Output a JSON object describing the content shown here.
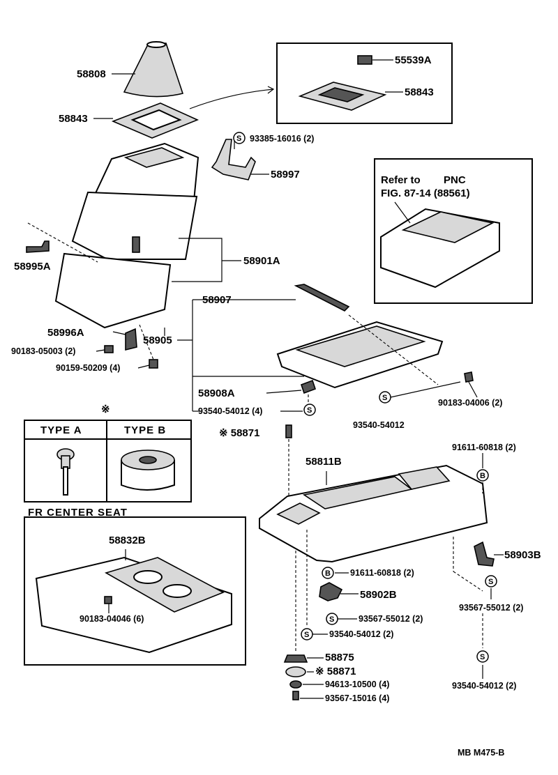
{
  "labels": {
    "p58808": "58808",
    "p55539a": "55539A",
    "p58843_inset": "58843",
    "p58843": "58843",
    "p93385": "93385-16016 (2)",
    "p58997": "58997",
    "refer_to": "Refer to",
    "pnc": "PNC",
    "fig_ref": "FIG. 87-14 (88561)",
    "p58995a": "58995A",
    "p58901a": "58901A",
    "p58907": "58907",
    "p58996a": "58996A",
    "p58905": "58905",
    "p90183_05003": "90183-05003 (2)",
    "p90159": "90159-50209 (4)",
    "p58908a": "58908A",
    "p93540_a": "93540-54012 (4)",
    "p93540_b": "93540-54012",
    "p90183_04006": "90183-04006 (2)",
    "asterisk": "※",
    "type_a": "TYPE A",
    "type_b": "TYPE B",
    "p58871_top": "※ 58871",
    "p91611_a": "91611-60818 (2)",
    "p58811b": "58811B",
    "fr_center_seat": "FR CENTER SEAT",
    "p58832b": "58832B",
    "p90183_04046": "90183-04046 (6)",
    "p58903b": "58903B",
    "p91611_b": "91611-60818 (2)",
    "p58902b": "58902B",
    "p93567_55012_a": "93567-55012 (2)",
    "p93567_55012_b": "93567-55012 (2)",
    "p93540_c": "93540-54012 (2)",
    "p58875": "58875",
    "p58871_bot": "※ 58871",
    "p94613": "94613-10500 (4)",
    "p93567_15016": "93567-15016 (4)",
    "p93540_d": "93540-54012 (2)",
    "footer_code": "MB M475-B"
  },
  "markers": {
    "s": "S",
    "b": "B"
  }
}
